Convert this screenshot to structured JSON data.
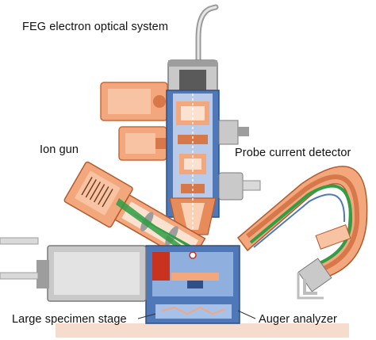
{
  "labels": {
    "feg": "FEG electron optical system",
    "ion_gun": "Ion gun",
    "probe_detector": "Probe current detector",
    "specimen_stage": "Large specimen stage",
    "auger": "Auger analyzer"
  },
  "colors": {
    "column_blue": "#4f78b8",
    "column_light": "#b9cbe8",
    "orange": "#f2a77c",
    "orange_dark": "#d6784a",
    "gray": "#c9c9c9",
    "gray_dark": "#8c8c8c",
    "beam_green": "#2f9e45",
    "red": "#c8321e",
    "floor": "#f6dccd"
  }
}
